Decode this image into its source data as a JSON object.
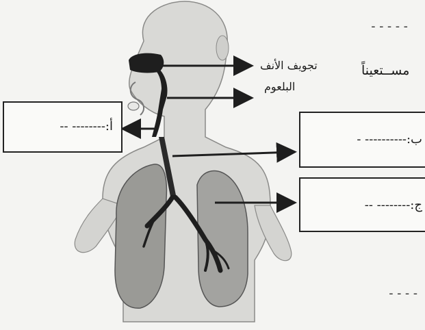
{
  "labels": {
    "nasal_cavity": "تجويف الأنف",
    "pharynx": "البلعوم",
    "partial_word": "مســتعيناً",
    "box_a": "أ:-------- --",
    "box_b": "ب:---------- -",
    "box_j": "ج:-------- --",
    "dash_top": "-----",
    "dash_bottom": "----"
  },
  "colors": {
    "line": "#222222",
    "body_fill": "#d9d9d6",
    "lung_fill": "#9a9a96",
    "airway": "#1e1e1e"
  }
}
